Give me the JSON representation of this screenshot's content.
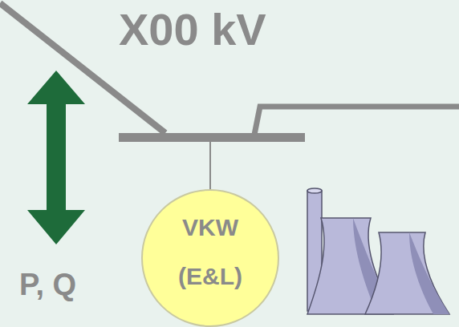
{
  "diagram": {
    "nodes": [
      {
        "text": [
          "VKW",
          "(E&L)"
        ]
      }
    ],
    "labels": [
      "X00 kV",
      "P, Q"
    ]
  }
}
